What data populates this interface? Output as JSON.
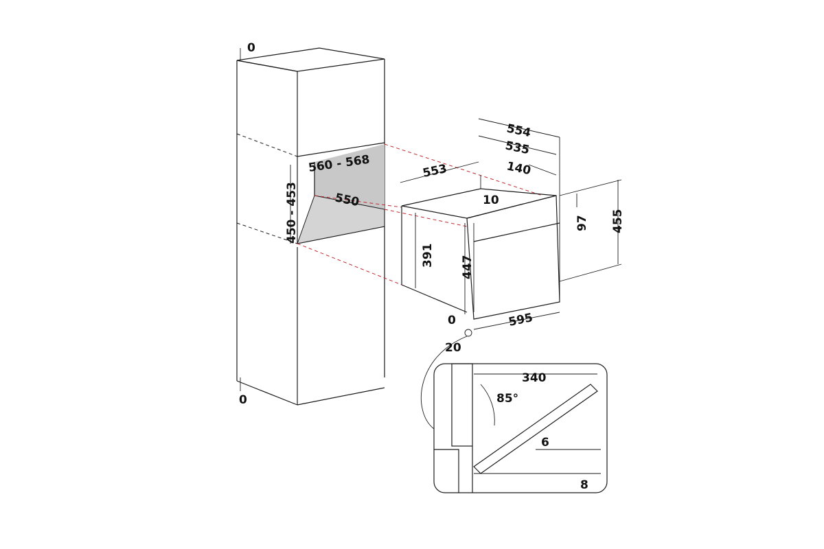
{
  "diagram": {
    "cabinet": {
      "top_gap": "0",
      "bottom_gap": "0",
      "niche_height": "450 - 453",
      "niche_width": "560 - 568",
      "niche_depth": "550"
    },
    "oven": {
      "overall_depth": "554",
      "body_depth": "535",
      "rear_offset": "140",
      "top_depth": "553",
      "front_lip": "10",
      "control_height": "97",
      "overall_height": "455",
      "body_height": "391",
      "front_height": "447",
      "width": "595",
      "front_gap": "0",
      "front_offset": "20"
    },
    "door_detail": {
      "door_length": "340",
      "open_angle": "85°",
      "gap_upper": "6",
      "gap_lower": "8"
    },
    "colors": {
      "line": "#1a1a1a",
      "guide": "#c0282e",
      "niche_fill": "#c8c8c8"
    }
  }
}
